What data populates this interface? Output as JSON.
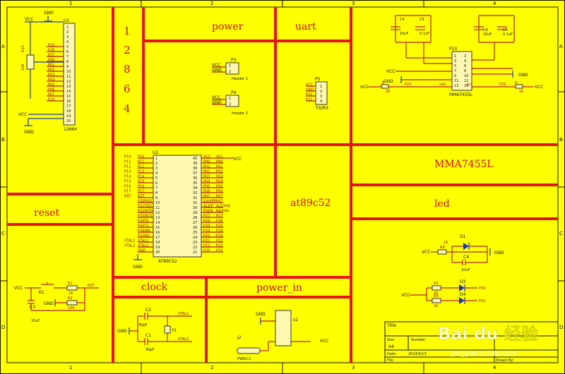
{
  "border": {
    "columns_top": [
      "1",
      "2",
      "3",
      "4"
    ],
    "columns_bottom": [
      "1",
      "2",
      "3",
      "4"
    ],
    "rows_left": [
      "A",
      "B",
      "C",
      "D"
    ],
    "rows_right": [
      "A",
      "B",
      "C",
      "D"
    ]
  },
  "sections": {
    "power": "power",
    "uart": "uart",
    "menu_digits": [
      "1",
      "2",
      "8",
      "6",
      "4"
    ],
    "reset": "reset",
    "at89c52": "at89c52",
    "mma7455l": "MMA7455L",
    "led": "led",
    "clock": "clock",
    "power_in": "power_in"
  },
  "lcd": {
    "ref": "U1",
    "part": "12864",
    "gnd": "GND",
    "vcc": "VCC",
    "vcc2": "VCC",
    "gnd2": "GND",
    "pot": "R10",
    "pot_value": "10K",
    "pin_numbers": [
      "1",
      "2",
      "3",
      "4",
      "5",
      "6",
      "7",
      "8",
      "9",
      "10",
      "11",
      "12",
      "13",
      "14",
      "15",
      "16",
      "17",
      "18",
      "19",
      "20"
    ],
    "signals": [
      "P25",
      "P26",
      "P27",
      "P00",
      "P01",
      "P02",
      "P03",
      "P04",
      "P05",
      "P06",
      "P07",
      "P24"
    ]
  },
  "header1": {
    "ref": "P3",
    "name": "Header 2",
    "vcc": "VCC",
    "gnd": "GND",
    "pins": [
      "1",
      "2"
    ]
  },
  "header2": {
    "ref": "P4",
    "name": "Header 2",
    "vcc": "VCC",
    "gnd": "GND",
    "pins": [
      "1",
      "2"
    ]
  },
  "uart_conn": {
    "ref": "P5",
    "name": "TX/RX",
    "pins": [
      "1",
      "2",
      "3",
      "4"
    ],
    "signals": [
      "VCC",
      "GND",
      "P30",
      "P31"
    ]
  },
  "mcu": {
    "ref": "U2",
    "name": "AT89C52",
    "left_pins": [
      "1",
      "2",
      "3",
      "4",
      "5",
      "6",
      "7",
      "8",
      "9",
      "10",
      "11",
      "12",
      "13",
      "14",
      "15",
      "16",
      "17",
      "18",
      "19",
      "20"
    ],
    "right_pins": [
      "40",
      "39",
      "38",
      "37",
      "36",
      "35",
      "34",
      "33",
      "32",
      "31",
      "30",
      "29",
      "28",
      "27",
      "26",
      "25",
      "24",
      "23",
      "22",
      "21"
    ],
    "left_labels": [
      "P10",
      "P11",
      "P12",
      "P13",
      "P14",
      "P15",
      "P16",
      "P17",
      "RST",
      "P30RXD",
      "P31TXD",
      "P32INT0",
      "P33INT1",
      "P34T0",
      "P35T1",
      "P36WR",
      "P37RD",
      "XTAL2",
      "XTAL1",
      "GND"
    ],
    "right_labels": [
      "VCC",
      "P00",
      "P01",
      "P02",
      "P03",
      "P04",
      "P05",
      "P06",
      "P07",
      "EA/VPP",
      "ALE/P",
      "PSEN",
      "P27",
      "P26",
      "P25",
      "P24",
      "P23",
      "P22",
      "P21",
      "P20"
    ],
    "left_nets": [
      "P10",
      "P11",
      "P12",
      "P13",
      "P14",
      "P15",
      "P16",
      "P17",
      "RST",
      "",
      "",
      "",
      "",
      "",
      "",
      "",
      "",
      "XTAL2",
      "XTAL1",
      ""
    ],
    "right_nets": [
      "VCC",
      "P00",
      "P01",
      "P02",
      "P03",
      "P04",
      "P05",
      "P06",
      "P07",
      "P47",
      "ALE/P45",
      "NA/P44",
      "P27",
      "P26",
      "P25",
      "P24",
      "P23",
      "P22",
      "P21",
      "P20"
    ],
    "vcc": "VCC",
    "gnd": "GND"
  },
  "accel": {
    "ref": "P10",
    "part": "MMA7455L",
    "left_pins": [
      "1",
      "3",
      "5",
      "7",
      "9",
      "11",
      "13"
    ],
    "right_pins": [
      "2",
      "4",
      "6",
      "8",
      "10",
      "12",
      "14"
    ],
    "c4_ref": "C4",
    "c4_val": "10uF",
    "c5_ref": "C5",
    "c5_val": "0.1uF",
    "c6_ref": "C6",
    "c6_val": "10uF",
    "c7_ref": "C7",
    "c7_val": "0.1uF",
    "vcc_left": "VCC",
    "gnd_left": "GND",
    "vcc_row2": "VCC",
    "vcc_outer": "VCC",
    "gnd_right": "GND",
    "vcc_right": "VCC",
    "r_left": "R",
    "r_left_val": "1K",
    "r_right": "R",
    "r_right_val": "1K",
    "p23": "P23",
    "p22": "P22",
    "sda": "sda",
    "scl": "scl"
  },
  "reset_circuit": {
    "vcc": "VCC",
    "k1": "K1",
    "r1": "R1",
    "r1_val": "1K",
    "rst": "RST",
    "r2": "R2",
    "r2_val": "10K",
    "c3": "C3",
    "c3_val": "10uF",
    "gnd": "GND"
  },
  "clock_circuit": {
    "gnd": "GND",
    "c2": "C2",
    "c2_val": "30pF",
    "c1": "C1",
    "c1_val": "30pF",
    "y1": "Y1",
    "xtal1": "XTAL1",
    "xtal2": "XTAL2"
  },
  "power_in_circuit": {
    "gnd": "GND",
    "j2": "J2",
    "j2_name": "PWR2.5",
    "s1": "s1",
    "vcc": "VCC"
  },
  "led_circuit": {
    "d1": "D1",
    "r8": "R8",
    "r8_val": "1K",
    "vcc": "VCC",
    "gnd": "GND",
    "c4": "C4",
    "c4_val": "10uF",
    "r3": "R3",
    "r3_val": "1K",
    "r4": "R4",
    "r4_val": "1K",
    "d3": "D3",
    "d4": "D4",
    "p30": "P30",
    "p31": "P31",
    "vcc2": "VCC"
  },
  "title_block": {
    "title": "Title",
    "size": "Size",
    "size_val": "A4",
    "number": "Number",
    "date": "Date:",
    "date_val": "2014/4/13",
    "file": "File:",
    "drawn_by": "Drawn By:"
  },
  "watermark": {
    "brand": "Bai du 经验",
    "url": "jingyan.baidu.com"
  }
}
